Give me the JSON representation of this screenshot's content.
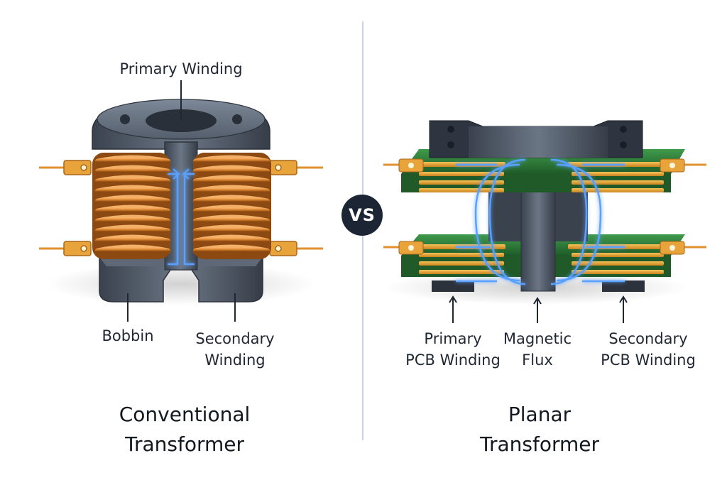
{
  "conventional": {
    "labels": {
      "primary_winding": "Primary Winding",
      "bobbin": "Bobbin",
      "secondary_winding_line1": "Secondary",
      "secondary_winding_line2": "Winding"
    },
    "title_line1": "Conventional",
    "title_line2": "Transformer"
  },
  "comparison": {
    "vs": "VS"
  },
  "planar": {
    "labels": {
      "primary_pcb_line1": "Primary",
      "primary_pcb_line2": "PCB Winding",
      "magnetic_flux_line1": "Magnetic",
      "magnetic_flux_line2": "Flux",
      "secondary_pcb_line1": "Secondary",
      "secondary_pcb_line2": "PCB Winding"
    },
    "title_line1": "Planar",
    "title_line2": "Transformer"
  },
  "colors": {
    "copper": "#d9822b",
    "core": "#4a5563",
    "pcb": "#2f7d3a",
    "flux": "#3a7bff",
    "badge": "#1c2533"
  }
}
